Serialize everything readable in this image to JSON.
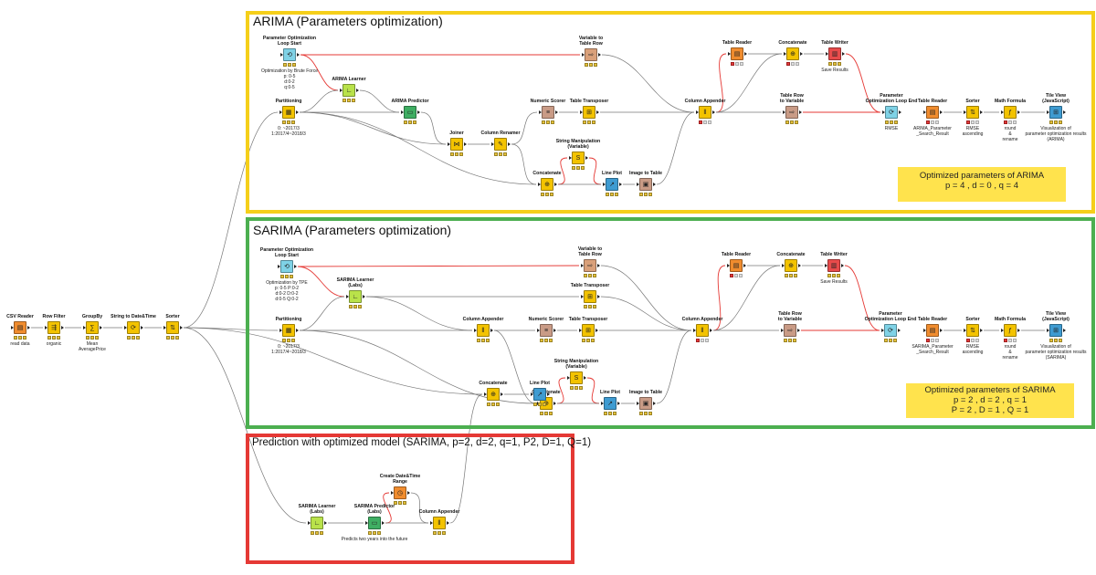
{
  "colors": {
    "arima_border": "#f5cf1a",
    "sarima_border": "#4caf50",
    "prediction_border": "#e53935",
    "note_bg": "#ffe34d",
    "flow_line": "#e53935",
    "data_line": "#777777"
  },
  "annotations": {
    "arima": {
      "title": "ARIMA (Parameters optimization)"
    },
    "sarima": {
      "title": "SARIMA (Parameters optimization)"
    },
    "prediction": {
      "title": "Prediction with optimized model (SARIMA, p=2, d=2, q=1, P2, D=1, Q=1)"
    }
  },
  "notes": {
    "arima": {
      "line1": "Optimized parameters of ARIMA",
      "line2": "p = 4 , d = 0 , q = 4"
    },
    "sarima": {
      "line1": "Optimized parameters of SARIMA",
      "line2": "p = 2 , d = 2 , q = 1",
      "line3": "P = 2 , D = 1 , Q = 1"
    }
  },
  "nodes": {
    "csv_reader": {
      "title": "CSV Reader",
      "note": "read data",
      "icon": "table-reader-icon"
    },
    "row_filter": {
      "title": "Row Filter",
      "note": "organic",
      "icon": "filter-icon"
    },
    "groupby": {
      "title": "GroupBy",
      "note": "Mean\nAveragePrice",
      "icon": "groupby-icon"
    },
    "str_datetime": {
      "title": "String to Date&Time",
      "note": "",
      "icon": "convert-icon"
    },
    "sorter": {
      "title": "Sorter",
      "note": "",
      "icon": "sort-icon"
    },
    "a_loop_start": {
      "title": "Parameter Optimization\nLoop Start",
      "note": "Optimization by Brute Force\np: 0-5\nd:0-2\nq:0-5",
      "icon": "loop-start-icon"
    },
    "a_var_row": {
      "title": "Variable to\nTable Row",
      "note": "",
      "icon": "variable-icon"
    },
    "a_table_reader": {
      "title": "Table Reader",
      "note": "",
      "icon": "table-reader-icon"
    },
    "a_concat1": {
      "title": "Concatenate",
      "note": "",
      "icon": "concatenate-icon"
    },
    "a_table_writer": {
      "title": "Table Writer",
      "note": "Save Results",
      "icon": "table-writer-icon"
    },
    "a_learner": {
      "title": "ARIMA Learner",
      "note": "",
      "icon": "learner-icon"
    },
    "a_partition": {
      "title": "Partitioning",
      "note": "0: ~2017/3\n1:2017/4~2018/3",
      "icon": "partition-icon"
    },
    "a_predictor": {
      "title": "ARIMA Predictor",
      "note": "",
      "icon": "predictor-icon"
    },
    "a_scorer": {
      "title": "Numeric Scorer",
      "note": "",
      "icon": "scorer-icon"
    },
    "a_transposer": {
      "title": "Table Transposer",
      "note": "",
      "icon": "transpose-icon"
    },
    "a_col_append": {
      "title": "Column Appender",
      "note": "",
      "icon": "column-appender-icon"
    },
    "a_row_var": {
      "title": "Table Row\nto Variable",
      "note": "",
      "icon": "variable-icon"
    },
    "a_loop_end": {
      "title": "Parameter\nOptimization Loop End",
      "note": "RMSE",
      "icon": "loop-end-icon"
    },
    "a_reader2": {
      "title": "Table Reader",
      "note": "ARIMA_Parameter\n_Search_Result",
      "icon": "table-reader-icon"
    },
    "a_sorter2": {
      "title": "Sorter",
      "note": "RMSE\nascending",
      "icon": "sort-icon"
    },
    "a_math": {
      "title": "Math Formula",
      "note": "round\n&\nrename",
      "icon": "math-icon"
    },
    "a_tileview": {
      "title": "Tile View\n(JavaScript)",
      "note": "Visualization of\nparameter optimization results\n(ARIMA)",
      "icon": "tile-view-icon"
    },
    "a_joiner": {
      "title": "Joiner",
      "note": "",
      "icon": "joiner-icon"
    },
    "a_renamer": {
      "title": "Column Renamer",
      "note": "",
      "icon": "rename-icon"
    },
    "a_strmanip": {
      "title": "String Manipulation\n(Variable)",
      "note": "",
      "icon": "string-icon"
    },
    "a_concat2": {
      "title": "Concatenate",
      "note": "",
      "icon": "concatenate-icon"
    },
    "a_lineplot": {
      "title": "Line Plot",
      "note": "",
      "icon": "line-plot-icon"
    },
    "a_img_table": {
      "title": "Image to Table",
      "note": "",
      "icon": "image-icon"
    },
    "s_loop_start": {
      "title": "Parameter Optimization\nLoop Start",
      "note": "Optimization by TPE\np: 0-5   P:0-2\nd:0-2   D:0-2\nd:0-5   Q:0-2",
      "icon": "loop-start-icon"
    },
    "s_var_row": {
      "title": "Variable to\nTable Row",
      "note": "",
      "icon": "variable-icon"
    },
    "s_table_reader": {
      "title": "Table Reader",
      "note": "",
      "icon": "table-reader-icon"
    },
    "s_concat1": {
      "title": "Concatenate",
      "note": "",
      "icon": "concatenate-icon"
    },
    "s_table_writer": {
      "title": "Table Writer",
      "note": "Save Results",
      "icon": "table-writer-icon"
    },
    "s_learner": {
      "title": "SARIMA Learner\n(Labs)",
      "note": "",
      "icon": "learner-icon"
    },
    "s_transposer_top": {
      "title": "Table Transposer",
      "note": "",
      "icon": "transpose-icon"
    },
    "s_partition": {
      "title": "Partitioning",
      "note": "0: ~2017/3\n1:2017/4~2018/3",
      "icon": "partition-icon"
    },
    "s_col_append1": {
      "title": "Column Appender",
      "note": "",
      "icon": "column-appender-icon"
    },
    "s_scorer": {
      "title": "Numeric Scorer",
      "note": "",
      "icon": "scorer-icon"
    },
    "s_transposer": {
      "title": "Table Transposer",
      "note": "",
      "icon": "transpose-icon"
    },
    "s_col_append2": {
      "title": "Column Appender",
      "note": "",
      "icon": "column-appender-icon"
    },
    "s_row_var": {
      "title": "Table Row\nto Variable",
      "note": "",
      "icon": "variable-icon"
    },
    "s_loop_end": {
      "title": "Parameter\nOptimization Loop End",
      "note": "",
      "icon": "loop-end-icon"
    },
    "s_reader2": {
      "title": "Table Reader",
      "note": "SARIMA_Parameter\n_Search_Result",
      "icon": "table-reader-icon"
    },
    "s_sorter2": {
      "title": "Sorter",
      "note": "RMSE\nascending",
      "icon": "sort-icon"
    },
    "s_math": {
      "title": "Math Formula",
      "note": "round\n&\nrename",
      "icon": "math-icon"
    },
    "s_tileview": {
      "title": "Tile View\n(JavaScript)",
      "note": "Visualization of\nparameter optimization results\n(SARIMA)",
      "icon": "tile-view-icon"
    },
    "s_strmanip": {
      "title": "String Manipulation\n(Variable)",
      "note": "",
      "icon": "string-icon"
    },
    "s_concat2": {
      "title": "Concatenate",
      "note": "",
      "icon": "concatenate-icon"
    },
    "s_lineplot": {
      "title": "Line Plot",
      "note": "",
      "icon": "line-plot-icon"
    },
    "s_img_table": {
      "title": "Image to Table",
      "note": "",
      "icon": "image-icon"
    },
    "p_concat": {
      "title": "Concatenate",
      "note": "",
      "icon": "concatenate-icon"
    },
    "p_lineplot": {
      "title": "Line Plot",
      "note": "",
      "icon": "line-plot-icon"
    },
    "p_create_dt": {
      "title": "Create Date&Time\nRange",
      "note": "",
      "icon": "calendar-icon"
    },
    "p_learner": {
      "title": "SARIMA Learner\n(Labs)",
      "note": "",
      "icon": "learner-icon"
    },
    "p_predictor": {
      "title": "SARIMA Predictor\n(Labs)",
      "note": "Predicts two years into the future",
      "icon": "predictor-icon"
    },
    "p_col_append": {
      "title": "Column Appender",
      "note": "",
      "icon": "column-appender-icon"
    }
  }
}
